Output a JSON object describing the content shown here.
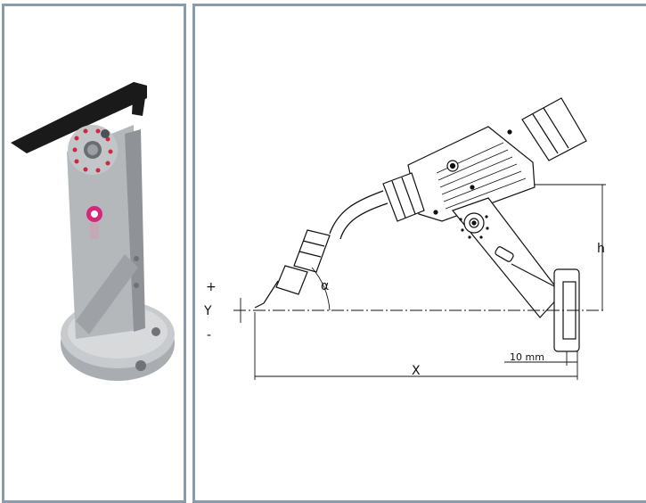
{
  "diagram": {
    "plus_label": "+",
    "y_label": "Y",
    "minus_label": "-",
    "alpha_label": "α",
    "h_label": "h",
    "x_label": "X",
    "offset_label": "10 mm"
  },
  "colors": {
    "frame": "#8a9cab",
    "bracket_black": "#1a1a1a",
    "metal": "#b9bcbf",
    "logo_magenta": "#d6287a"
  }
}
